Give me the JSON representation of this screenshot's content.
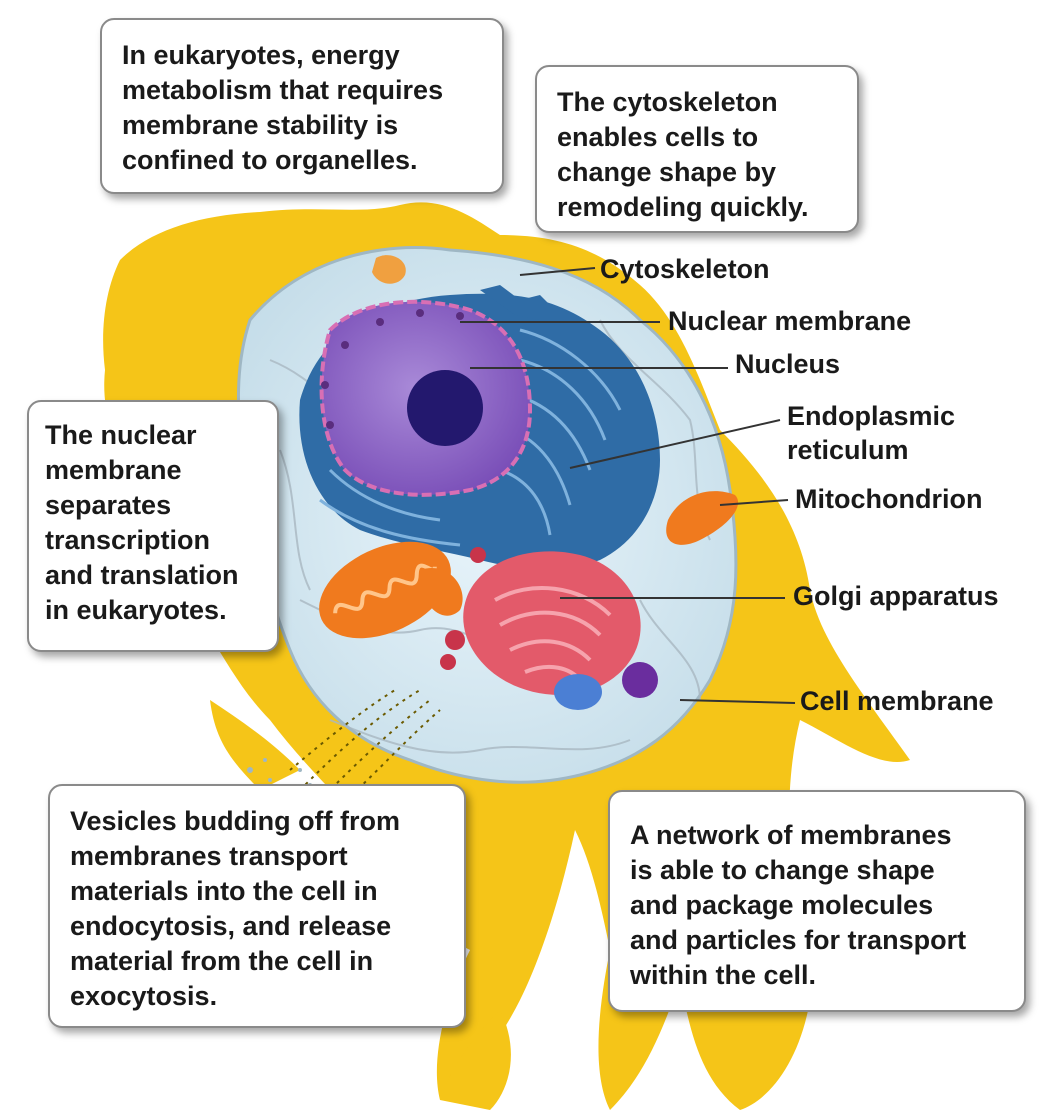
{
  "callouts": {
    "energy": "In eukaryotes, energy\nmetabolism that requires\nmembrane stability is\nconfined to organelles.",
    "cytoskeleton": "The cytoskeleton\nenables cells to\nchange shape by\nremodeling quickly.",
    "nuclear_membrane": "The nuclear\nmembrane\nseparates\ntranscription\nand translation\nin eukaryotes.",
    "vesicles": "Vesicles budding off from\nmembranes transport\nmaterials into the cell in\nendocytosis, and release\nmaterial from the cell in\nexocytosis.",
    "network": "A network of membranes\nis able to change shape\nand package molecules\nand particles for transport\nwithin the cell."
  },
  "labels": {
    "cytoskeleton": "Cytoskeleton",
    "nuclear_membrane": "Nuclear membrane",
    "nucleus": "Nucleus",
    "er": "Endoplasmic\nreticulum",
    "mitochondrion": "Mitochondrion",
    "golgi": "Golgi apparatus",
    "cell_membrane": "Cell membrane"
  },
  "colors": {
    "cell_body": "#f5c518",
    "cytoplasm": "#d8ecf5",
    "nucleus": "#8a5bc4",
    "nucleolus": "#23186e",
    "er": "#2f6ca6",
    "mitochondrion": "#f07a1e",
    "golgi": "#e35a6a",
    "leader_line": "#333333"
  }
}
